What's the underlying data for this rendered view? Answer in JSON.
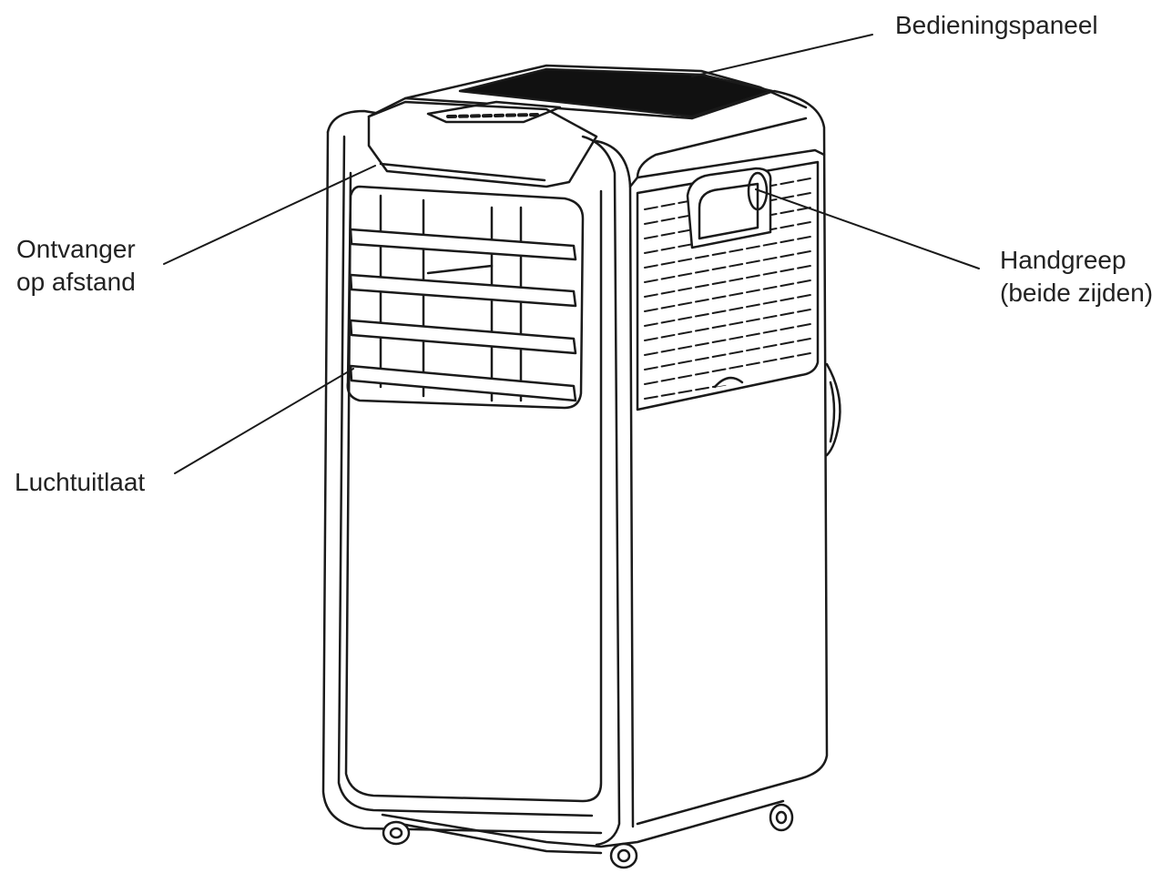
{
  "labels": {
    "control_panel": "Bedieningspaneel",
    "remote_receiver_line1": "Ontvanger",
    "remote_receiver_line2": "op afstand",
    "air_outlet": "Luchtuitlaat",
    "handle_line1": "Handgreep",
    "handle_line2": "(beide zijden)"
  },
  "colors": {
    "line": "#1a1a1a",
    "text": "#222222",
    "dark_panel": "#111111",
    "background": "#ffffff"
  }
}
